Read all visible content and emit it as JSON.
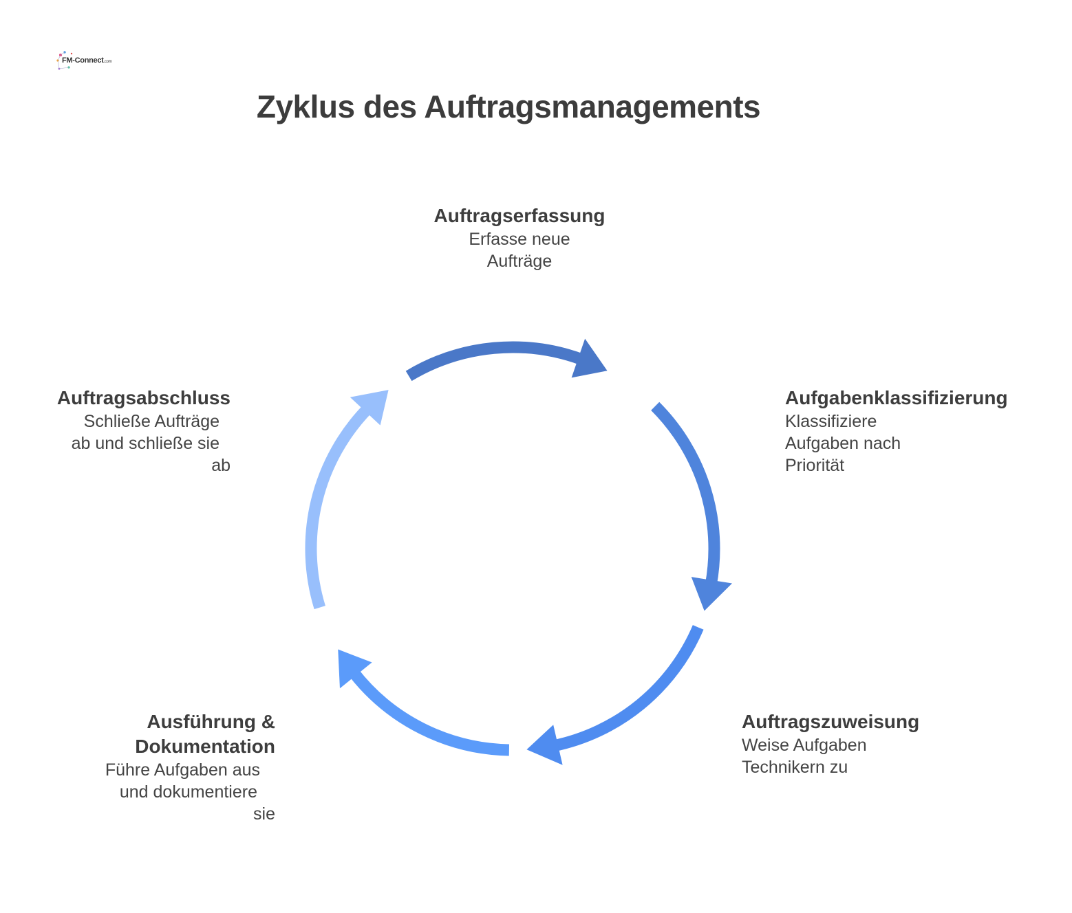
{
  "logo": {
    "name": "FM-Connect",
    "suffix": ".com"
  },
  "title": "Zyklus des Auftragsmanagements",
  "steps": [
    {
      "title": "Auftragserfassung",
      "lines": [
        "Erfasse neue",
        "Aufträge"
      ],
      "color": "#4A78C8"
    },
    {
      "title": "Aufgabenklassifizierung",
      "lines": [
        "Klassifiziere",
        "Aufgaben nach",
        "Priorität"
      ],
      "color": "#4F84DC"
    },
    {
      "title": "Auftragszuweisung",
      "lines": [
        "Weise Aufgaben",
        "Technikern zu"
      ],
      "color": "#4F8CF0"
    },
    {
      "title": "Ausführung & Dokumentation",
      "title_lines": [
        "Ausführung &",
        "Dokumentation"
      ],
      "lines": [
        "Führe Aufgaben aus",
        "und dokumentiere",
        "sie"
      ],
      "color": "#5B9BFA"
    },
    {
      "title": "Auftragsabschluss",
      "lines": [
        "Schließe Aufträge",
        "ab und schließe sie",
        "ab"
      ],
      "color": "#98BFFC"
    }
  ]
}
